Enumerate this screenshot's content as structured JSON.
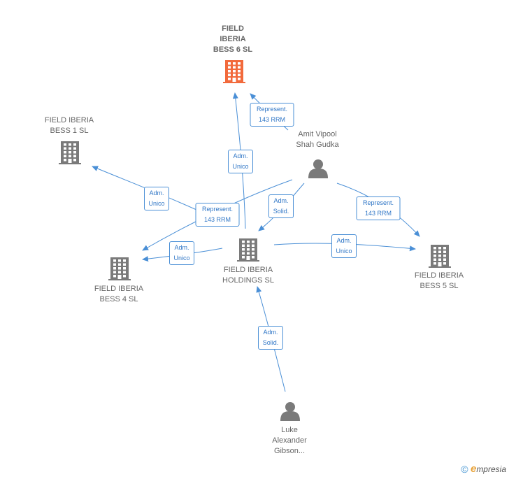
{
  "colors": {
    "edge": "#4a8fd6",
    "company": "#7a7a7a",
    "company_highlight": "#f26a3c",
    "person": "#7a7a7a"
  },
  "nodes": {
    "bess6": {
      "lines": [
        "FIELD",
        "IBERIA",
        "BESS 6  SL"
      ],
      "icon": "building-icon",
      "highlight": true
    },
    "bess1": {
      "lines": [
        "FIELD IBERIA",
        "BESS 1  SL"
      ],
      "icon": "building-icon"
    },
    "amit": {
      "lines": [
        "Amit Vipool",
        "Shah Gudka"
      ],
      "icon": "person-icon"
    },
    "holdings": {
      "lines": [
        "FIELD IBERIA",
        "HOLDINGS  SL"
      ],
      "icon": "building-icon"
    },
    "bess4": {
      "lines": [
        "FIELD IBERIA",
        "BESS 4  SL"
      ],
      "icon": "building-icon"
    },
    "bess5": {
      "lines": [
        "FIELD IBERIA",
        "BESS 5  SL"
      ],
      "icon": "building-icon"
    },
    "luke": {
      "lines": [
        "Luke",
        "Alexander",
        "Gibson..."
      ],
      "icon": "person-icon"
    }
  },
  "edges": [
    {
      "id": "holdings-bess6",
      "lines": [
        "Adm.",
        "Unico"
      ]
    },
    {
      "id": "amit-bess6",
      "lines": [
        "Represent.",
        "143 RRM"
      ]
    },
    {
      "id": "holdings-bess1",
      "lines": [
        "Adm.",
        "Unico"
      ]
    },
    {
      "id": "amit-bess4",
      "lines": [
        "Represent.",
        "143 RRM"
      ]
    },
    {
      "id": "amit-holdings",
      "lines": [
        "Adm.",
        "Solid."
      ]
    },
    {
      "id": "amit-bess5",
      "lines": [
        "Represent.",
        "143 RRM"
      ]
    },
    {
      "id": "holdings-bess4",
      "lines": [
        "Adm.",
        "Unico"
      ]
    },
    {
      "id": "holdings-bess5",
      "lines": [
        "Adm.",
        "Unico"
      ]
    },
    {
      "id": "luke-holdings",
      "lines": [
        "Adm.",
        "Solid."
      ]
    }
  ],
  "brand": {
    "copyright": "©",
    "first_letter": "e",
    "rest": "mpresia"
  }
}
